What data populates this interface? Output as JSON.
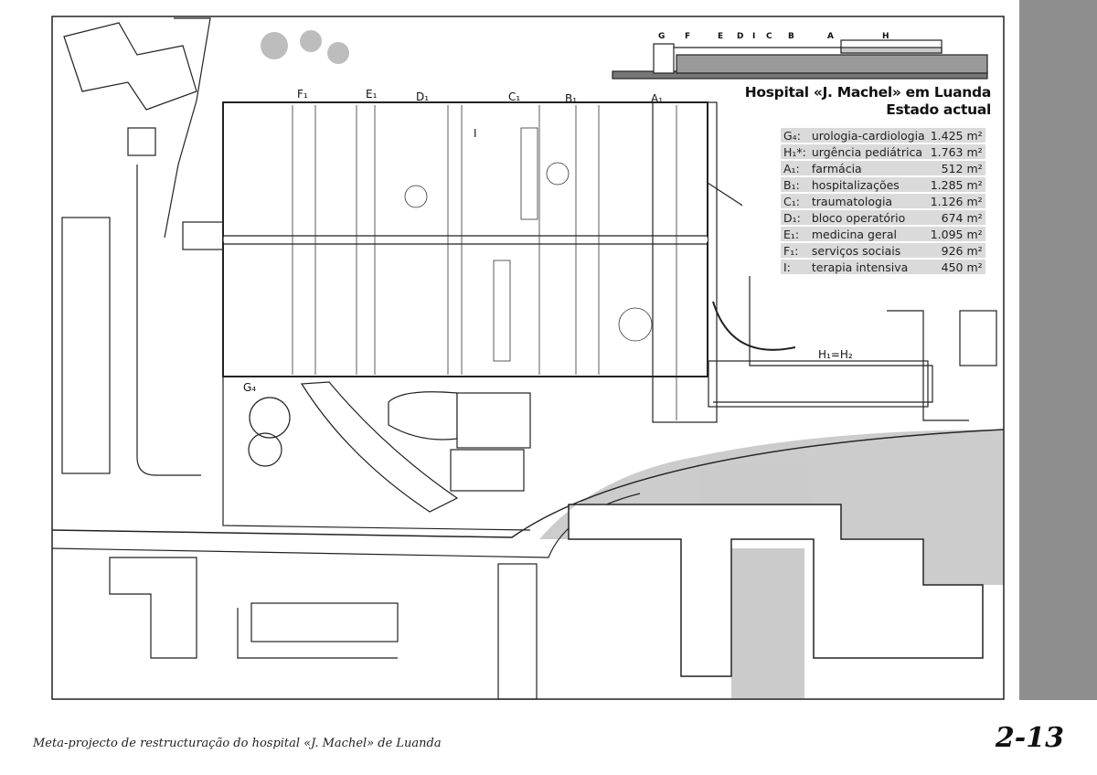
{
  "legend": {
    "title": "Hospital «J. Machel» em Luanda",
    "subtitle": "Estado actual",
    "rows": [
      {
        "code": "G₄:",
        "name": "urologia-cardiologia",
        "area": "1.425 m²"
      },
      {
        "code": "H₁*:",
        "name": "urgência pediátrica",
        "area": "1.763 m²"
      },
      {
        "code": "A₁:",
        "name": "farmácia",
        "area": "512 m²"
      },
      {
        "code": "B₁:",
        "name": "hospitalizações",
        "area": "1.285 m²"
      },
      {
        "code": "C₁:",
        "name": "traumatologia",
        "area": "1.126 m²"
      },
      {
        "code": "D₁:",
        "name": "bloco operatório",
        "area": "674 m²"
      },
      {
        "code": "E₁:",
        "name": "medicina geral",
        "area": "1.095 m²"
      },
      {
        "code": "F₁:",
        "name": "serviços sociais",
        "area": "926 m²"
      },
      {
        "code": "I:",
        "name": "terapia intensiva",
        "area": "450 m²"
      }
    ]
  },
  "section_labels": [
    "G",
    "F",
    "E",
    "D",
    "I",
    "C",
    "B",
    "A",
    "H"
  ],
  "plan_labels": {
    "f": "F₁",
    "e": "E₁",
    "d": "D₁",
    "c": "C₁",
    "b": "B₁",
    "a": "A₁",
    "i": "I",
    "g": "G₄",
    "h": "H₁=H₂"
  },
  "caption": "Meta-projecto de restructuração do hospital «J. Machel» de Luanda",
  "page_number": "2-13"
}
